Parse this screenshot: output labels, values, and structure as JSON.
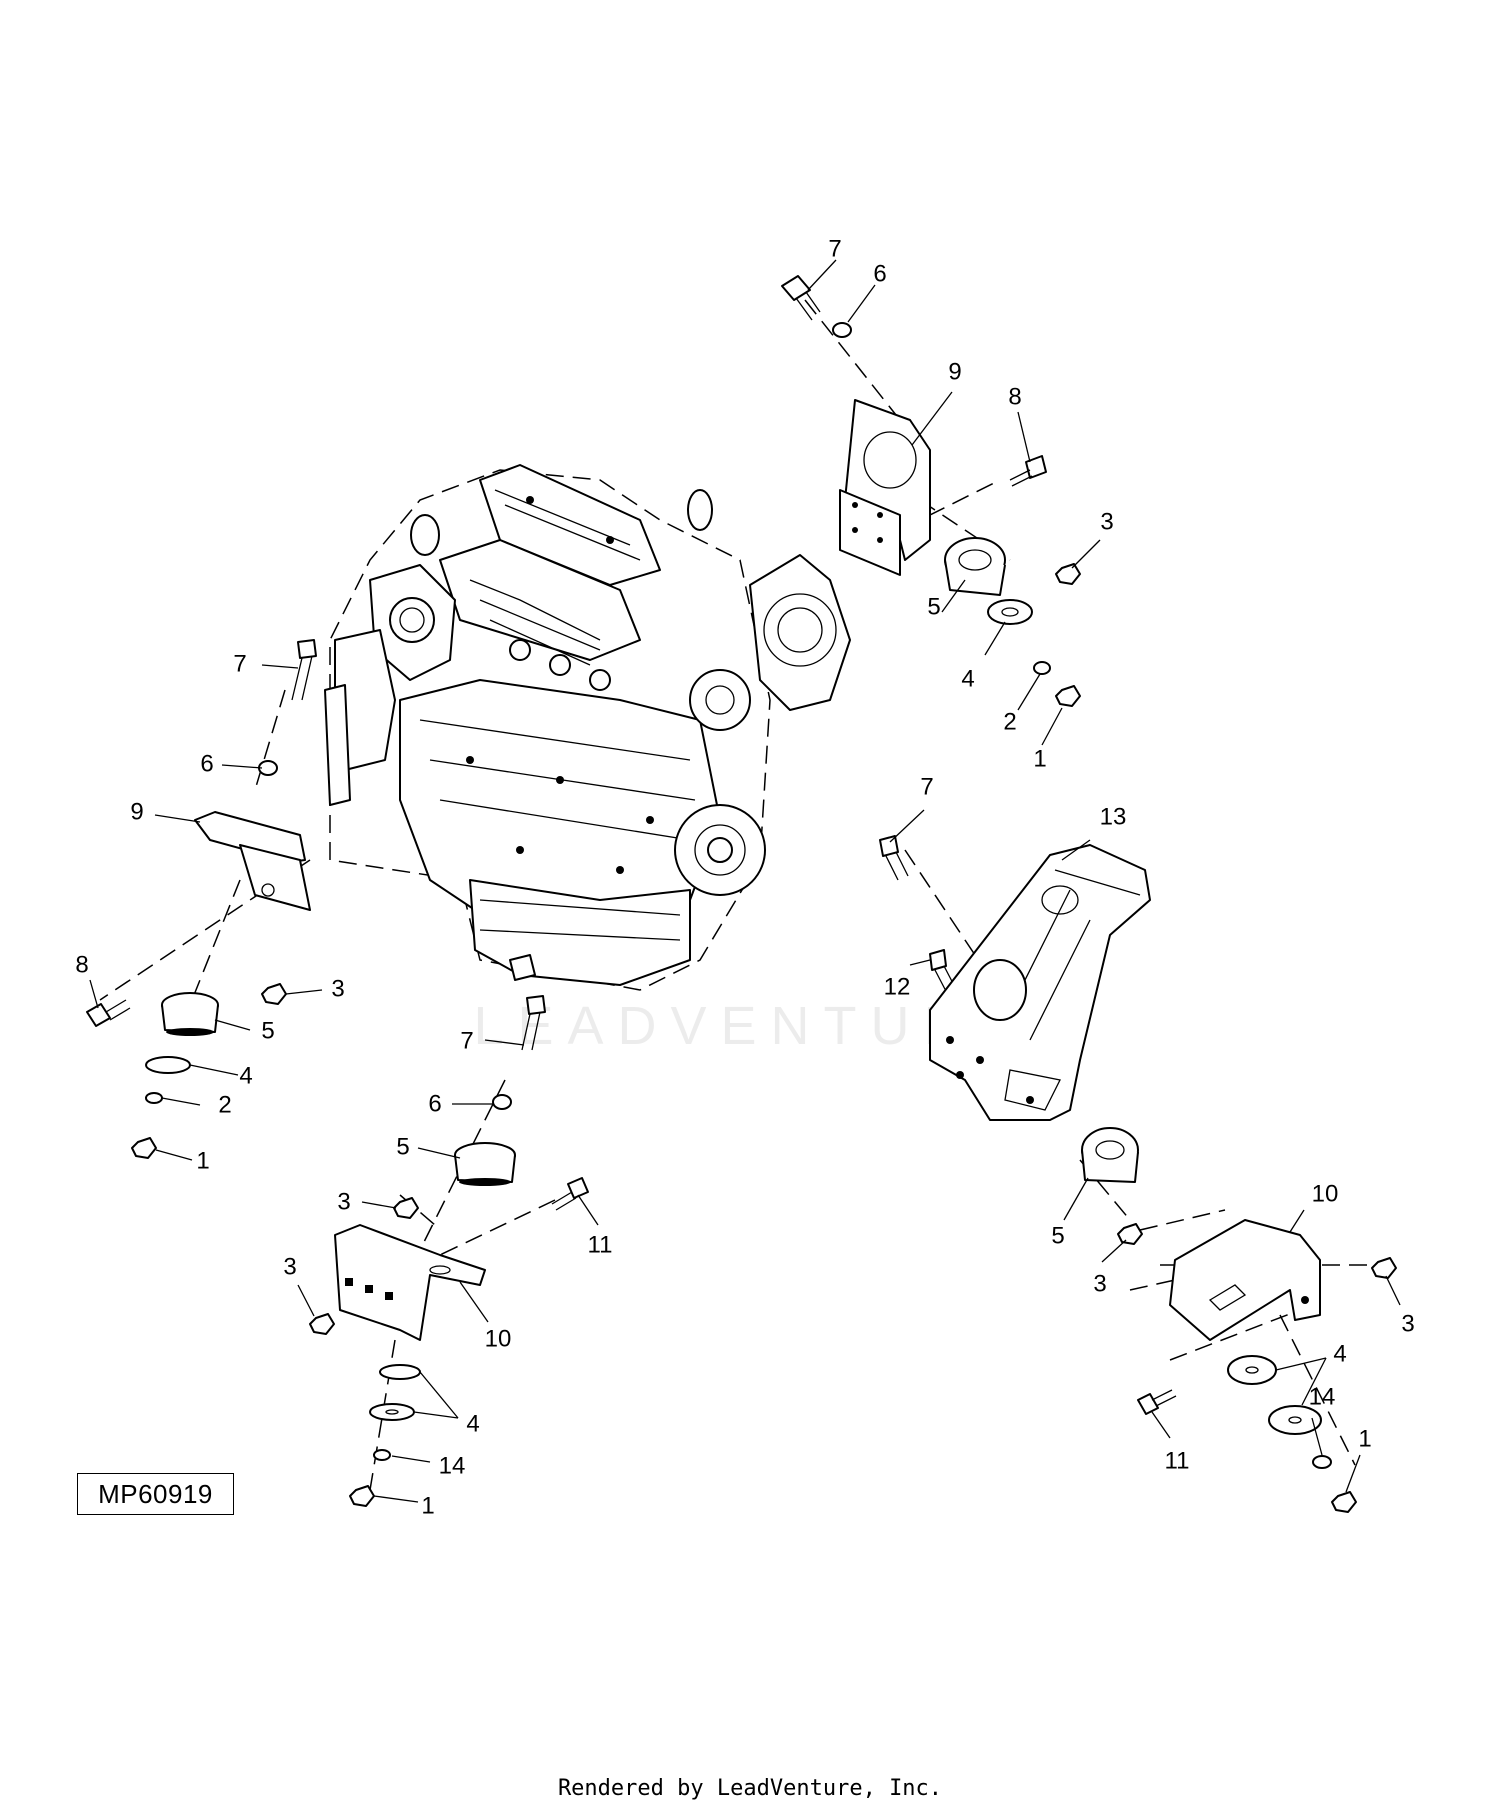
{
  "diagram": {
    "reference_code": "MP60919",
    "footer_text": "Rendered by LeadVenture, Inc.",
    "watermark_text": "LEADVENTURE",
    "callouts": [
      {
        "id": "c01",
        "label": "7"
      },
      {
        "id": "c02",
        "label": "6"
      },
      {
        "id": "c03",
        "label": "9"
      },
      {
        "id": "c04",
        "label": "8"
      },
      {
        "id": "c05",
        "label": "3"
      },
      {
        "id": "c06",
        "label": "5"
      },
      {
        "id": "c07",
        "label": "4"
      },
      {
        "id": "c08",
        "label": "2"
      },
      {
        "id": "c09",
        "label": "1"
      },
      {
        "id": "c10",
        "label": "7"
      },
      {
        "id": "c11",
        "label": "6"
      },
      {
        "id": "c12",
        "label": "9"
      },
      {
        "id": "c13",
        "label": "8"
      },
      {
        "id": "c14",
        "label": "3"
      },
      {
        "id": "c15",
        "label": "5"
      },
      {
        "id": "c16",
        "label": "4"
      },
      {
        "id": "c17",
        "label": "2"
      },
      {
        "id": "c18",
        "label": "1"
      },
      {
        "id": "c19",
        "label": "7"
      },
      {
        "id": "c20",
        "label": "13"
      },
      {
        "id": "c21",
        "label": "12"
      },
      {
        "id": "c22",
        "label": "5"
      },
      {
        "id": "c23",
        "label": "3"
      },
      {
        "id": "c24",
        "label": "10"
      },
      {
        "id": "c25",
        "label": "3"
      },
      {
        "id": "c26",
        "label": "4"
      },
      {
        "id": "c27",
        "label": "14"
      },
      {
        "id": "c28",
        "label": "11"
      },
      {
        "id": "c29",
        "label": "1"
      },
      {
        "id": "c30",
        "label": "7"
      },
      {
        "id": "c31",
        "label": "6"
      },
      {
        "id": "c32",
        "label": "5"
      },
      {
        "id": "c33",
        "label": "3"
      },
      {
        "id": "c34",
        "label": "11"
      },
      {
        "id": "c35",
        "label": "3"
      },
      {
        "id": "c36",
        "label": "10"
      },
      {
        "id": "c37",
        "label": "4"
      },
      {
        "id": "c38",
        "label": "14"
      },
      {
        "id": "c39",
        "label": "1"
      }
    ]
  }
}
